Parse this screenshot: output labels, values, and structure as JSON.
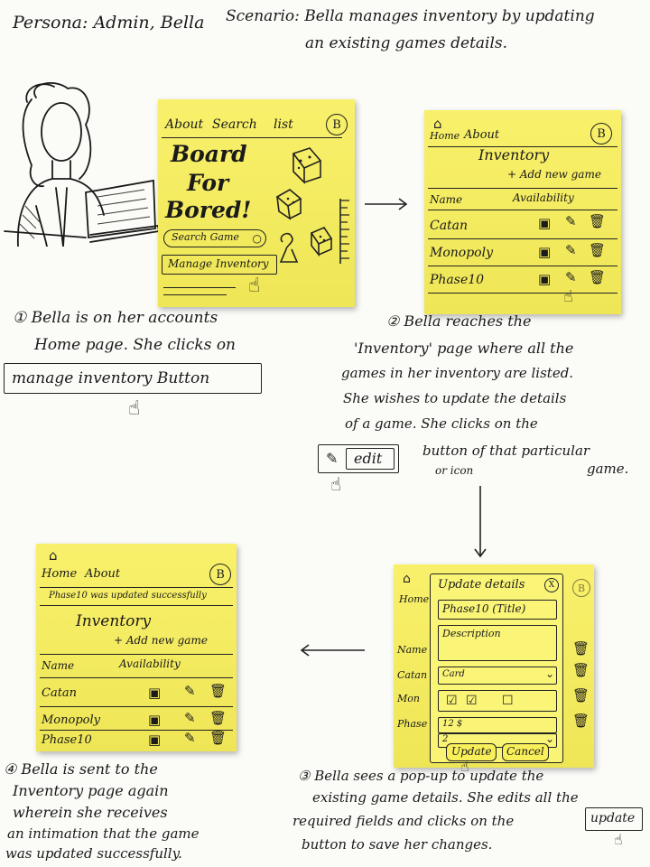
{
  "header": {
    "persona": "Persona: Admin, Bella",
    "scenario_line1": "Scenario: Bella manages inventory by updating",
    "scenario_line2": "an existing games details."
  },
  "frame1": {
    "nav": [
      "About",
      "Search",
      "list"
    ],
    "avatar": "B",
    "title": [
      "Board",
      "For",
      "Bored!"
    ],
    "search_label": "Search Game",
    "manage_label": "Manage Inventory"
  },
  "frame2": {
    "nav_home": "Home",
    "nav_about": "About",
    "avatar": "B",
    "heading": "Inventory",
    "add_label": "+ Add new game",
    "col_name": "Name",
    "col_avail": "Availability",
    "rows": [
      "Catan",
      "Monopoly",
      "Phase10"
    ]
  },
  "frame3": {
    "nav_home": "Home",
    "avatar": "B",
    "modal_title": "Update details",
    "close": "X",
    "field_title": "Phase10 (Title)",
    "field_desc": "Description",
    "field_category": "Card",
    "field_price": "12 $",
    "field_qty": "2",
    "update_label": "Update",
    "cancel_label": "Cancel",
    "bg_rows": [
      "Name",
      "Catan",
      "Mon",
      "Phase"
    ]
  },
  "frame4": {
    "nav_home": "Home",
    "nav_about": "About",
    "avatar": "B",
    "toast": "Phase10 was updated successfully",
    "heading": "Inventory",
    "add_label": "+ Add new game",
    "col_name": "Name",
    "col_avail": "Availability",
    "rows": [
      "Catan",
      "Monopoly",
      "Phase10"
    ]
  },
  "captions": {
    "step1": {
      "line1": "① Bella is on her accounts",
      "line2": "Home page. She clicks on",
      "button_label": "manage inventory Button"
    },
    "step2": {
      "line1": "② Bella reaches the",
      "line2": "'Inventory' page where all the",
      "line3": "games in her inventory are listed.",
      "line4": "She wishes to update the details",
      "line5": "of a game. She clicks on the",
      "edit_label": "edit",
      "line6a": "button of that particular",
      "line6b": "game.",
      "or_icon": "or icon"
    },
    "step3": {
      "line1": "③ Bella sees a pop-up to update the",
      "line2": "existing game details. She edits all the",
      "line3a": "required fields and clicks on the",
      "update_label": "update",
      "line4": "button to save her changes."
    },
    "step4": {
      "line1": "④ Bella is sent to the",
      "line2": "Inventory page again",
      "line3": "wherein she receives",
      "line4": "an intimation that the game",
      "line5": "was updated successfully."
    }
  }
}
